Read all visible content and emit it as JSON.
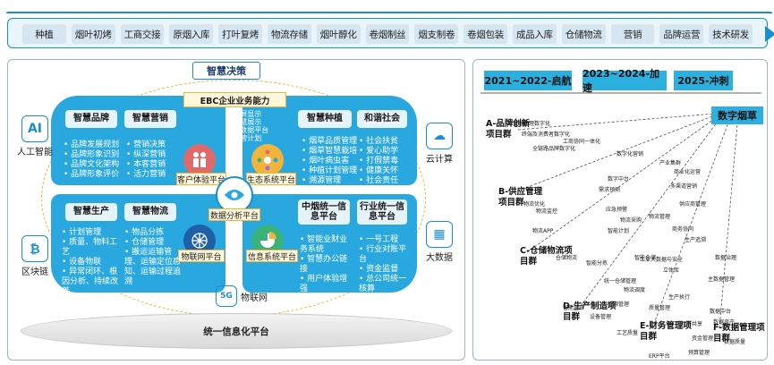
{
  "chain": {
    "steps": [
      "种植",
      "烟叶初烤",
      "工商交接",
      "原烟入库",
      "打叶复烤",
      "物流存储",
      "烟叶醇化",
      "卷烟制丝",
      "烟支制卷",
      "卷烟包装",
      "成品入库",
      "仓储物流",
      "营销",
      "品牌运营",
      "技术研发"
    ]
  },
  "left": {
    "title": "智慧决策",
    "ebc": "EBC企业业务能力",
    "center_list": [
      "大屏显示",
      "智慧展示",
      "大数据平台",
      "经营计划"
    ],
    "quadrants": {
      "tl": [
        {
          "head": "智慧品牌",
          "items": [
            "品牌发展规划",
            "品牌形象识别",
            "品牌文化架构",
            "品牌形象评价"
          ]
        },
        {
          "head": "智慧营销",
          "items": [
            "营销决策",
            "纵深营销",
            "本客营销",
            "活力营销"
          ]
        }
      ],
      "tr": [
        {
          "head": "智慧种植",
          "items": [
            "烟草品质管理",
            "烟草智慧栽培",
            "烟叶病虫害",
            "种植计划管理",
            "溯源管理"
          ]
        },
        {
          "head": "和谐社会",
          "items": [
            "社会扶贫",
            "爱心助学",
            "打假禁毒",
            "健康关怀",
            "社会责任"
          ]
        }
      ],
      "bl": [
        {
          "head": "智慧生产",
          "items": [
            "计划管理",
            "质量、物料工艺",
            "设备物联",
            "异常闭环、根因分析、持续改善"
          ]
        },
        {
          "head": "智慧物流",
          "items": [
            "物品分拣",
            "仓储管理",
            "搬运运输管理、运输定位感知、运输过程追溯"
          ]
        }
      ],
      "br": [
        {
          "head": "中烟统一信息平台",
          "items": [
            "智能业财业务系统",
            "智慧办公链接",
            "用户体验增强"
          ]
        },
        {
          "head": "行业统一信息平台",
          "items": [
            "一号工程",
            "行业对账平台",
            "资金监督",
            "总公司统一核算"
          ]
        }
      ]
    },
    "platforms": {
      "customer": "客户体验平台",
      "ecology": "生态系统平台",
      "analytics": "数据分析平台",
      "iot": "物联网平台",
      "info": "信息系统平台"
    },
    "side": {
      "ai": "人工智能",
      "blockchain": "区块链",
      "cloud": "云计算",
      "bigdata": "大数据",
      "iot_net": "物联网",
      "ai_icon": "AI",
      "blockchain_icon": "₿",
      "cloud_icon": "☁",
      "bigdata_icon": "▦",
      "net_icon": "5G"
    },
    "platform_bottom": "统一信息化平台"
  },
  "right": {
    "phases": [
      "2021~2022-启航",
      "2023~2024-加速",
      "2025-冲刺"
    ],
    "target": "数字烟草",
    "groups": [
      "A-品牌创新项目群",
      "B-供应管理项目群",
      "C-仓储物流项目群",
      "D-生产制造项目群",
      "E-财务管理项目群",
      "F-数据管理项目群"
    ],
    "minis": [
      "营销管理数字化",
      "终端及消费者数字化",
      "工商协同一体化",
      "全链路品牌数字化",
      "数字化营销",
      "数字中台",
      "产业集群",
      "多渠道营销",
      "商业化运营",
      "需求预测",
      "供应商管理",
      "物流优化",
      "应急预警",
      "物流监控",
      "物流管理",
      "物流采购",
      "物流APP",
      "智能计划",
      "商务协同",
      "生产追溯",
      "仓储物流",
      "智能分拣",
      "统一仓储管理",
      "智能仓储",
      "立体库",
      "物流调度",
      "工业大数据与安全",
      "智能生产",
      "设备管理",
      "能源管理",
      "质量管理",
      "生产执行",
      "工艺质量",
      "财务共享",
      "资金管理",
      "ERP平台",
      "预算管理",
      "数据中台",
      "数据治理",
      "数据资产",
      "主数据管理",
      "数据质量"
    ]
  },
  "colors": {
    "accent": "#29a8e0",
    "gold": "#f2b43d",
    "phase": "#2bb0e0"
  }
}
